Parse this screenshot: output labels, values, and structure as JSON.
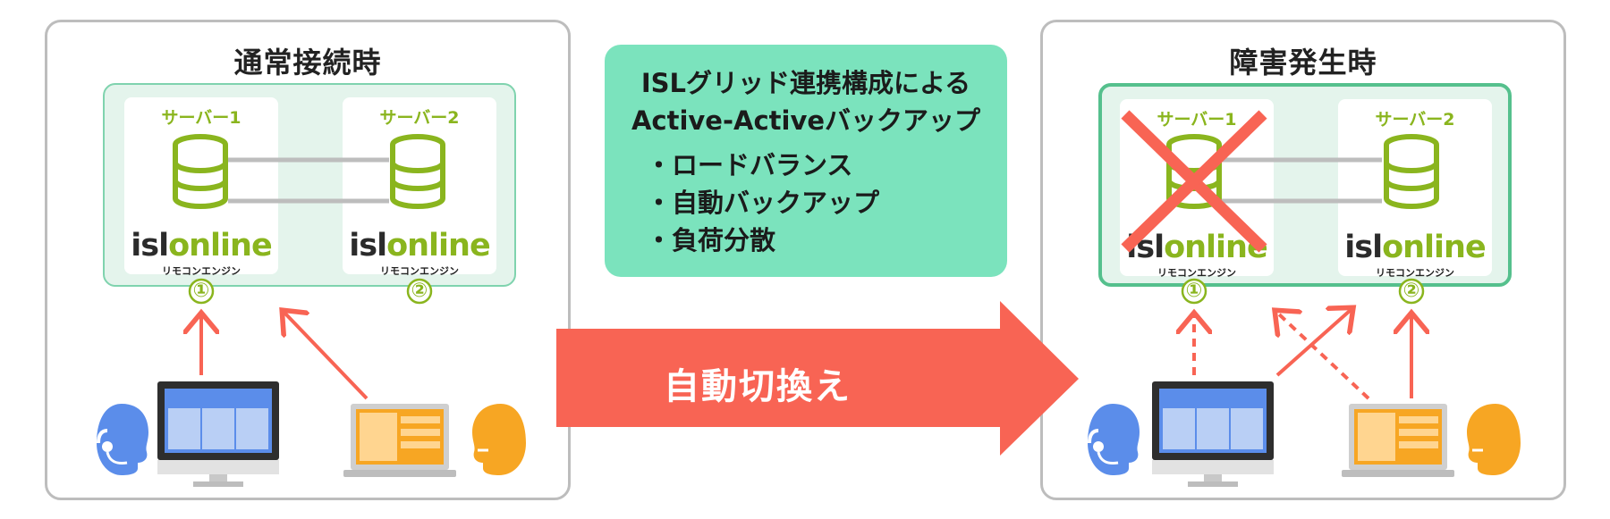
{
  "left_panel": {
    "title": "通常接続時",
    "server1_label": "サーバー1",
    "server2_label": "サーバー2",
    "logo_isl": "isl",
    "logo_online": "online",
    "engine_label": "リモコンエンジン",
    "marker1": "①",
    "marker2": "②"
  },
  "right_panel": {
    "title": "障害発生時",
    "server1_label": "サーバー1",
    "server2_label": "サーバー2",
    "logo_isl": "isl",
    "logo_online": "online",
    "engine_label": "リモコンエンジン",
    "marker1": "①",
    "marker2": "②"
  },
  "info": {
    "title_line1": "ISLグリッド連携構成による",
    "title_line2": "Active-Activeバックアップ",
    "items": [
      "・ロードバランス",
      "・自動バックアップ",
      "・負荷分散"
    ]
  },
  "center_arrow": {
    "label": "自動切換え"
  },
  "colors": {
    "server_green": "#8ab51e",
    "arrow_red": "#f86454",
    "info_bg": "#7be3bd",
    "cluster_border": "#7fd3ae",
    "desktop_blue": "#5b8dea",
    "laptop_orange": "#f7a623"
  }
}
